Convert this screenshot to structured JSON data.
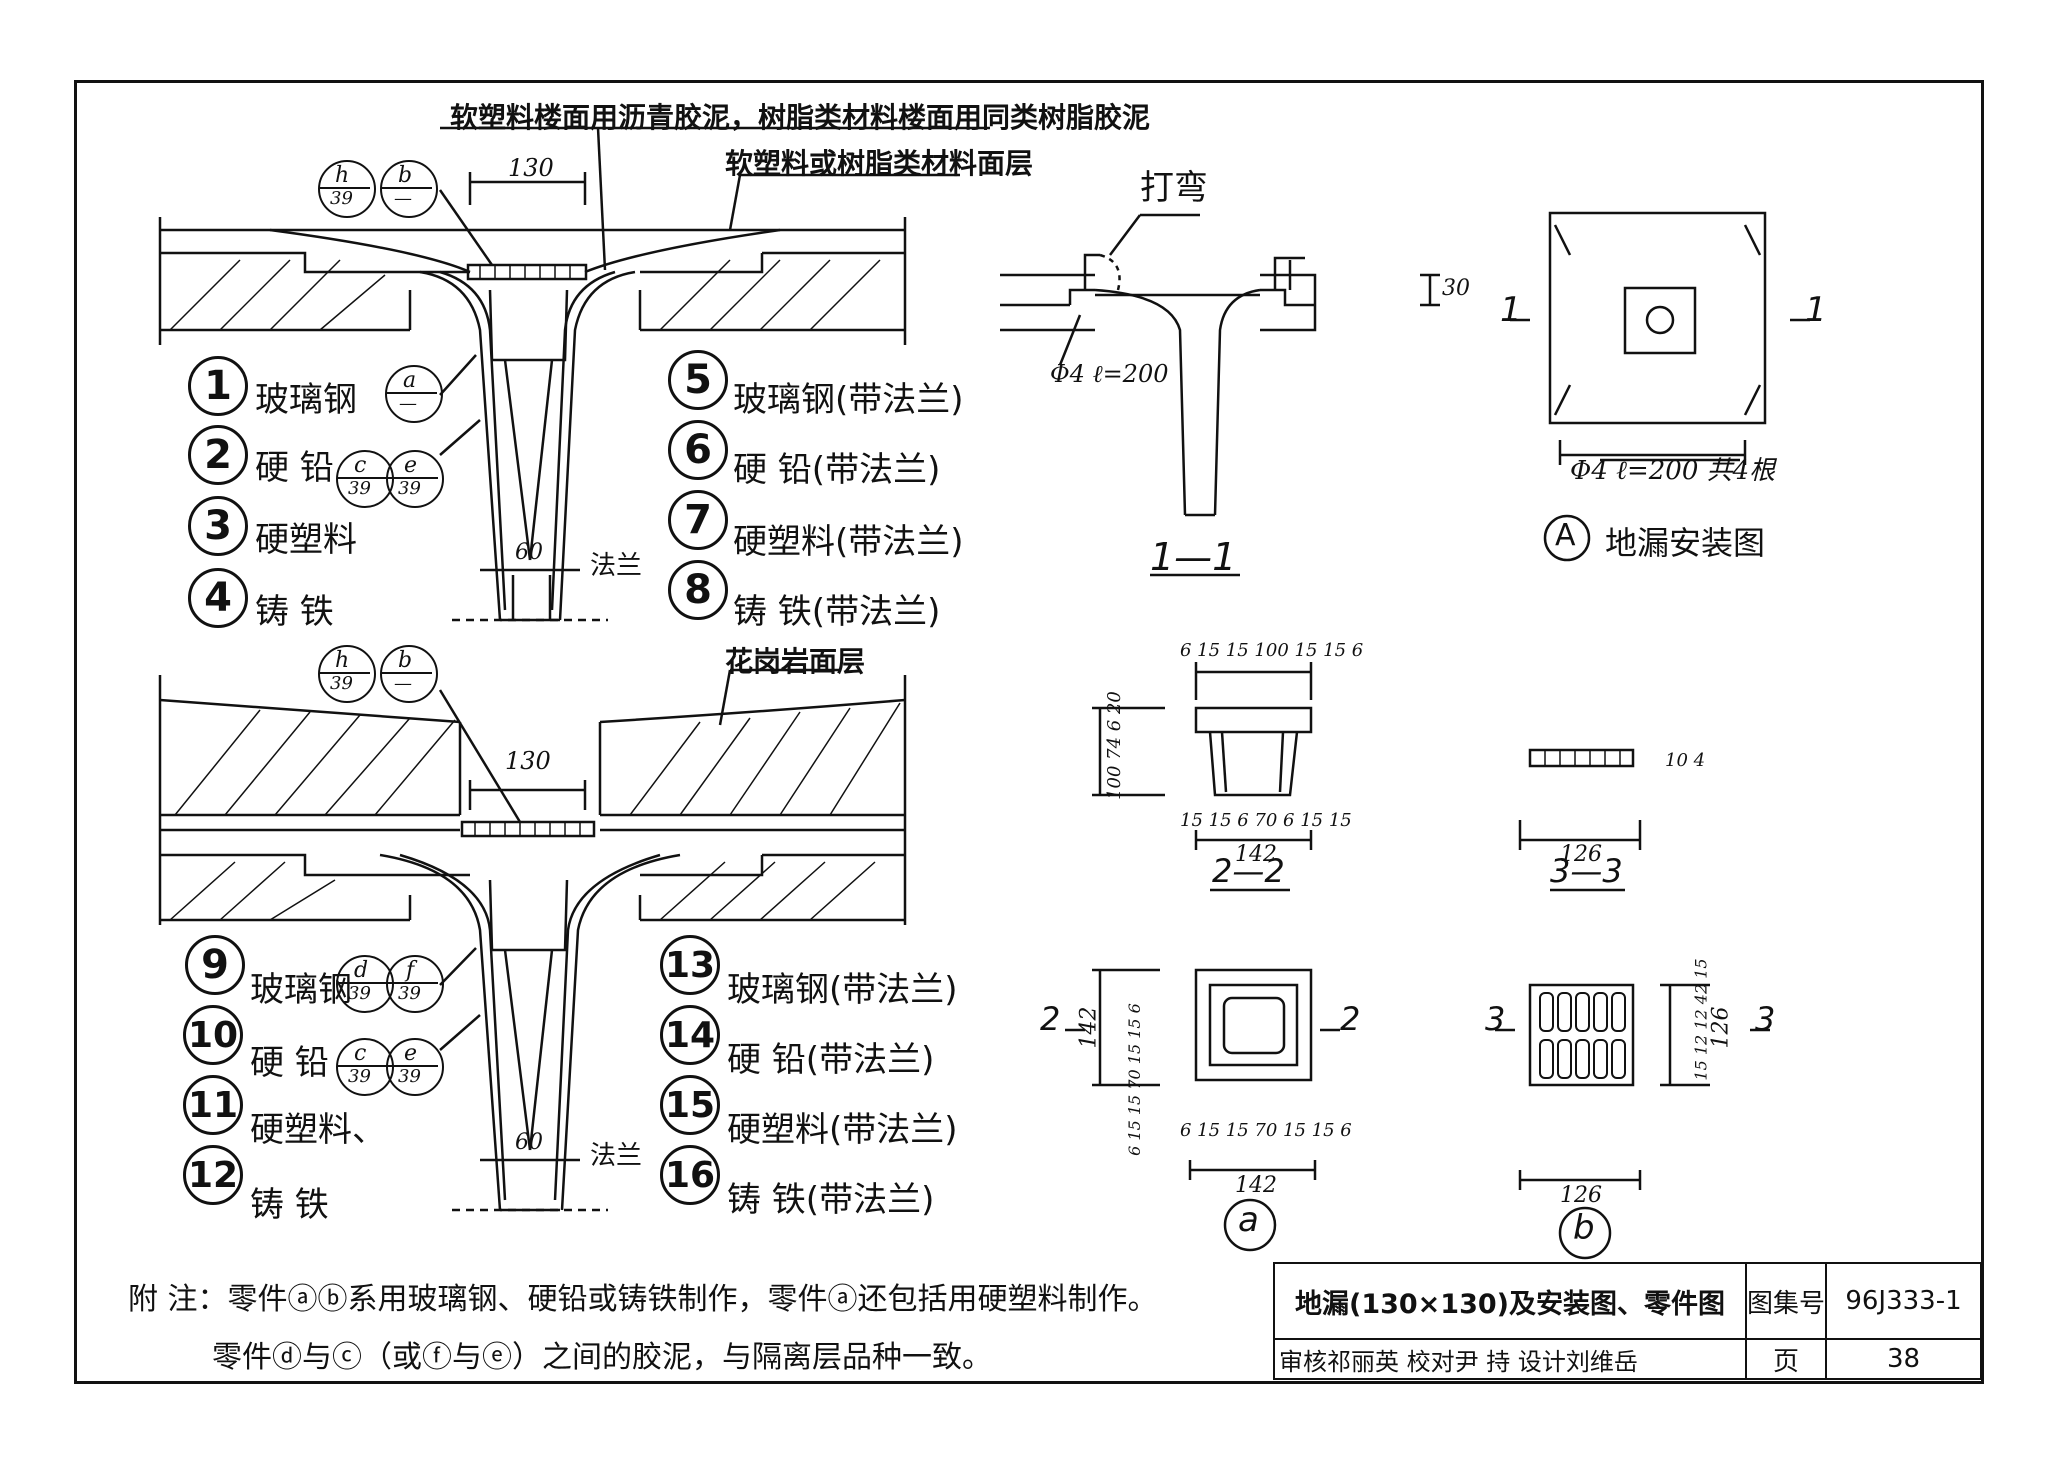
{
  "top_labels": {
    "callout_sealant": "软塑料楼面用沥青胶泥，树脂类材料楼面用同类树脂胶泥",
    "callout_surface": "软塑料或树脂类材料面层",
    "granite_surface": "花岗岩面层",
    "bend": "打弯",
    "flange": "法兰",
    "flange2": "法兰"
  },
  "dims": {
    "d130_top": "130",
    "d130_bottom": "130",
    "d60_top": "60",
    "d60_bottom": "60",
    "d30": "30",
    "rod": "Φ4 ℓ=200",
    "rod_four": "Φ4 ℓ=200 共4根",
    "s22_top": "6 15 15   100   15 15 6",
    "s22_h": "100  74  6 20",
    "s22_bottom": "15 15 6   70   6 15 15",
    "s22_142": "142",
    "s33_126": "126",
    "s33_h": "10 4",
    "a_142": "142",
    "a_vert": "142",
    "a_vert_detail": "6 15 15  70  15 15 6",
    "a_bottom": "6 15 15   70   15 15 6",
    "b_126": "126",
    "b_vert": "126",
    "b_vert_detail": "15 12 12 42 15"
  },
  "ref_bubbles": [
    {
      "top": "h",
      "bottom": "39"
    },
    {
      "top": "b",
      "bottom": "—"
    },
    {
      "top": "a",
      "bottom": "—"
    },
    {
      "top": "c",
      "bottom": "39"
    },
    {
      "top": "e",
      "bottom": "39"
    },
    {
      "top": "h",
      "bottom": "39"
    },
    {
      "top": "b",
      "bottom": "—"
    },
    {
      "top": "d",
      "bottom": "39"
    },
    {
      "top": "f",
      "bottom": "39"
    },
    {
      "top": "c",
      "bottom": "39"
    },
    {
      "top": "e",
      "bottom": "39"
    }
  ],
  "materials_top_left": [
    {
      "n": "1",
      "text": "玻璃钢"
    },
    {
      "n": "2",
      "text": "硬 铅"
    },
    {
      "n": "3",
      "text": "硬塑料"
    },
    {
      "n": "4",
      "text": "铸 铁"
    }
  ],
  "materials_top_right": [
    {
      "n": "5",
      "text": "玻璃钢(带法兰)"
    },
    {
      "n": "6",
      "text": "硬 铅(带法兰)"
    },
    {
      "n": "7",
      "text": "硬塑料(带法兰)"
    },
    {
      "n": "8",
      "text": "铸 铁(带法兰)"
    }
  ],
  "materials_bottom_left": [
    {
      "n": "9",
      "text": "玻璃钢"
    },
    {
      "n": "10",
      "text": "硬 铅"
    },
    {
      "n": "11",
      "text": "硬塑料、"
    },
    {
      "n": "12",
      "text": "铸 铁"
    }
  ],
  "materials_bottom_right": [
    {
      "n": "13",
      "text": "玻璃钢(带法兰)"
    },
    {
      "n": "14",
      "text": "硬 铅(带法兰)"
    },
    {
      "n": "15",
      "text": "硬塑料(带法兰)"
    },
    {
      "n": "16",
      "text": "铸 铁(带法兰)"
    }
  ],
  "section_labels": {
    "s11": "1—1",
    "s22": "2—2",
    "s33": "3—3",
    "cut1_left": "1",
    "cut1_right": "1",
    "cut2_left": "2",
    "cut2_right": "2",
    "cut3_left": "3",
    "cut3_right": "3",
    "detail_A_letter": "A",
    "detail_A_title": "地漏安装图",
    "detail_a": "a",
    "detail_b": "b"
  },
  "notes": {
    "line1": "附 注：零件ⓐⓑ系用玻璃钢、硬铅或铸铁制作，零件ⓐ还包括用硬塑料制作。",
    "line2": "零件ⓓ与ⓒ（或ⓕ与ⓔ）之间的胶泥，与隔离层品种一致。"
  },
  "title_block": {
    "title": "地漏(130×130)及安装图、零件图",
    "atlas_label": "图集号",
    "atlas_no": "96J333-1",
    "signoff": "审核祁丽英 校对尹 持 设计刘维岳",
    "page_label": "页",
    "page_no": "38"
  }
}
